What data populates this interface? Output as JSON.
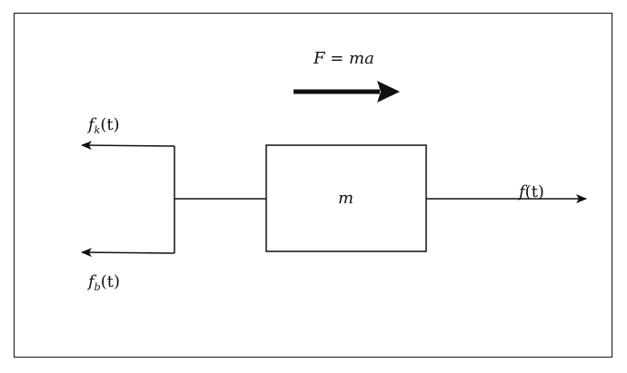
{
  "diagram": {
    "equation": {
      "lhs": "F",
      "eq": " = ",
      "rhs": "ma"
    },
    "mass_label": "m",
    "applied_force": {
      "base": "f",
      "arg": "(t)"
    },
    "spring_force": {
      "base": "f",
      "sub": "k",
      "arg": "(t)"
    },
    "damper_force": {
      "base": "f",
      "sub": "b",
      "arg": "(t)"
    }
  }
}
